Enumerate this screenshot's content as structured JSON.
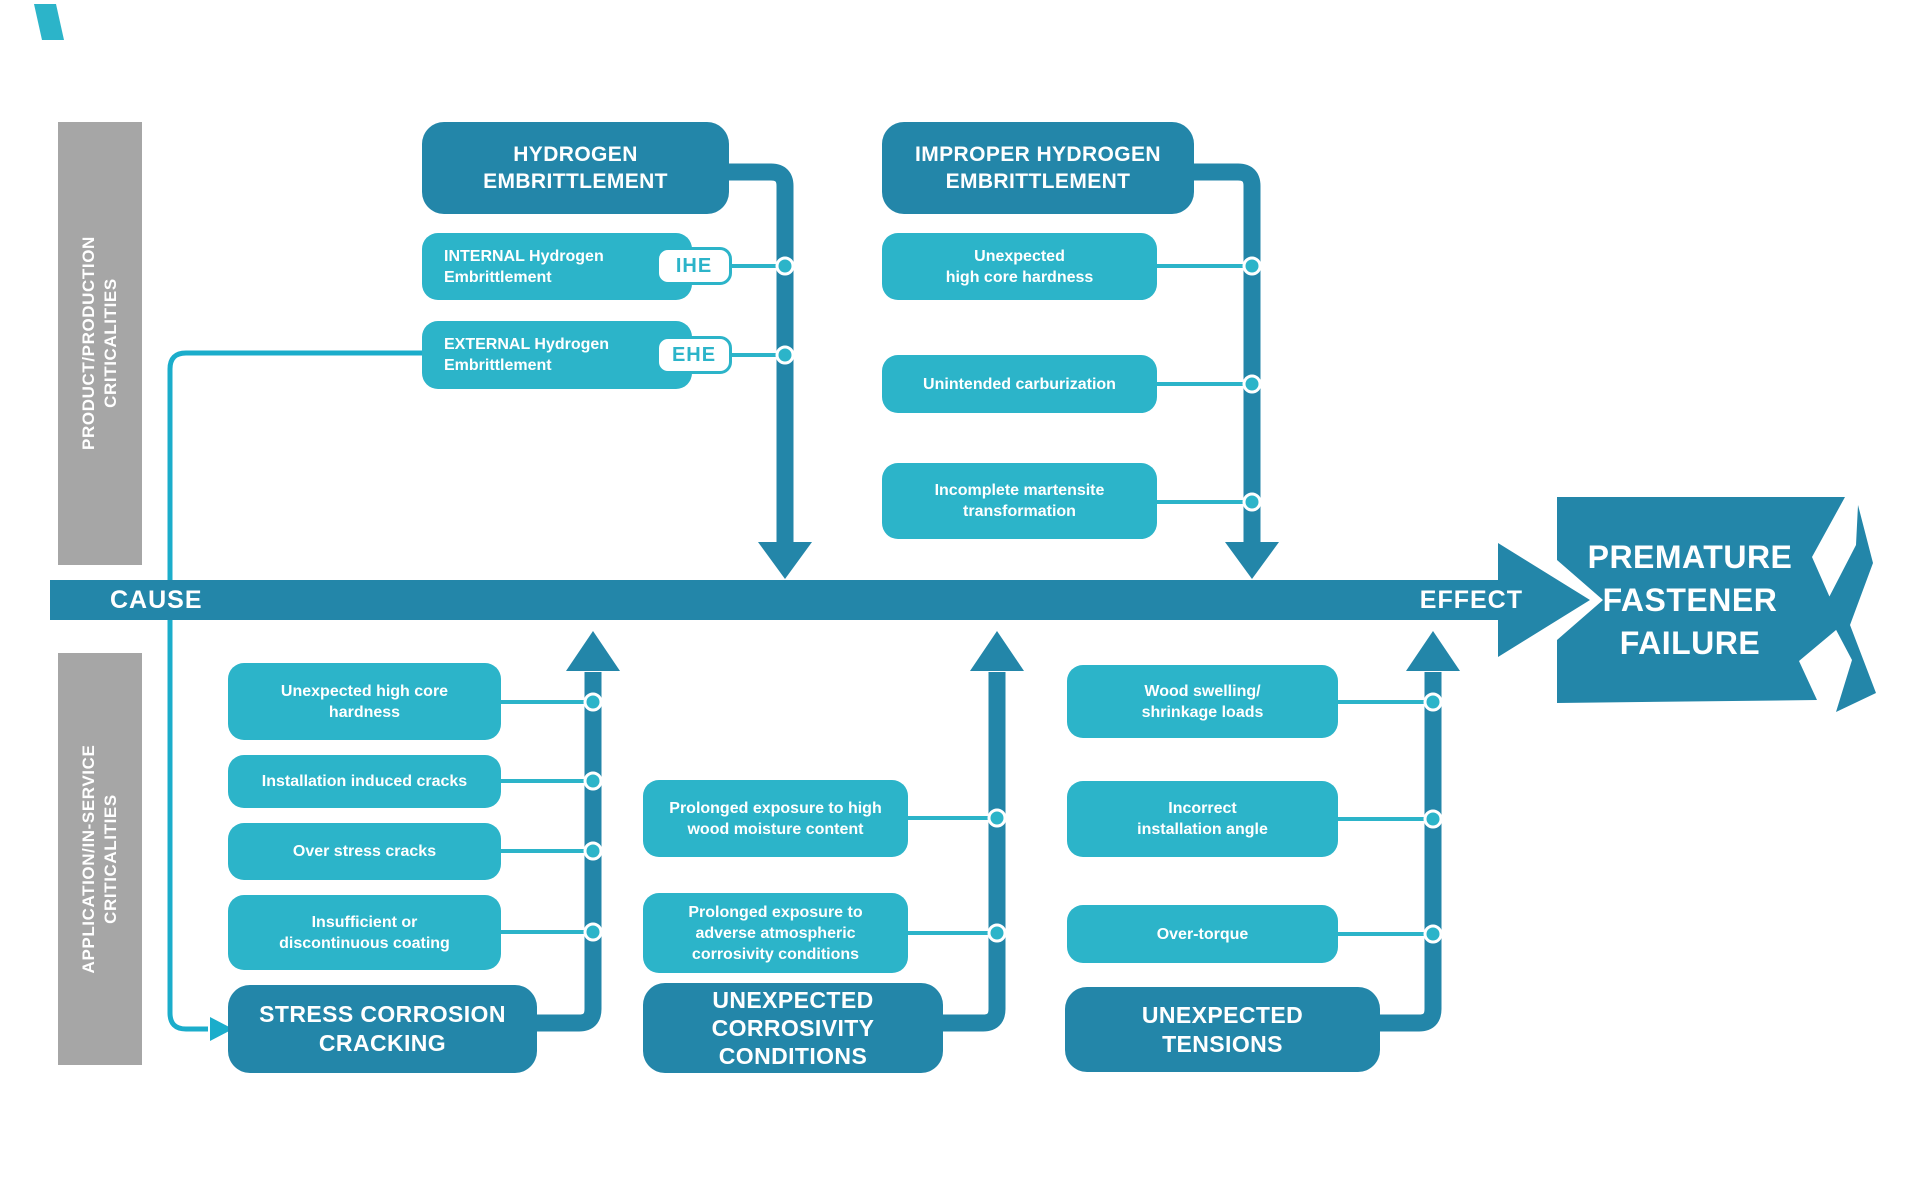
{
  "palette": {
    "teal_dark": "#2386a9",
    "cyan_light": "#2cb4c9",
    "feeder_cyan": "#1badcb",
    "gray": "#a6a6a6",
    "white": "#ffffff"
  },
  "side_labels": {
    "top": "PRODUCT/PRODUCTION\nCRITICALITIES",
    "bottom": "APPLICATION/IN-SERVICE\nCRITICALITIES"
  },
  "axis": {
    "cause": "CAUSE",
    "effect": "EFFECT"
  },
  "failure": {
    "label": "PREMATURE\nFASTENER\nFAILURE"
  },
  "top_groups": [
    {
      "title": "HYDROGEN\nEMBRITTLEMENT",
      "items": [
        {
          "text": "INTERNAL Hydrogen\nEmbrittlement",
          "badge": "IHE"
        },
        {
          "text": "EXTERNAL Hydrogen\nEmbrittlement",
          "badge": "EHE"
        }
      ]
    },
    {
      "title": "IMPROPER HYDROGEN\nEMBRITTLEMENT",
      "items": [
        {
          "text": "Unexpected\nhigh core hardness"
        },
        {
          "text": "Unintended carburization"
        },
        {
          "text": "Incomplete martensite\ntransformation"
        }
      ]
    }
  ],
  "bottom_groups": [
    {
      "title": "STRESS CORROSION\nCRACKING",
      "items": [
        {
          "text": "Unexpected high core\nhardness"
        },
        {
          "text": "Installation induced cracks"
        },
        {
          "text": "Over stress cracks"
        },
        {
          "text": "Insufficient or\ndiscontinuous coating"
        }
      ]
    },
    {
      "title": "UNEXPECTED\nCORROSIVITY\nCONDITIONS",
      "items": [
        {
          "text": "Prolonged exposure to high\nwood moisture content"
        },
        {
          "text": "Prolonged exposure to\nadverse atmospheric\ncorrosivity conditions"
        }
      ]
    },
    {
      "title": "UNEXPECTED\nTENSIONS",
      "items": [
        {
          "text": "Wood swelling/\nshrinkage loads"
        },
        {
          "text": "Incorrect\ninstallation angle"
        },
        {
          "text": "Over-torque"
        }
      ]
    }
  ]
}
